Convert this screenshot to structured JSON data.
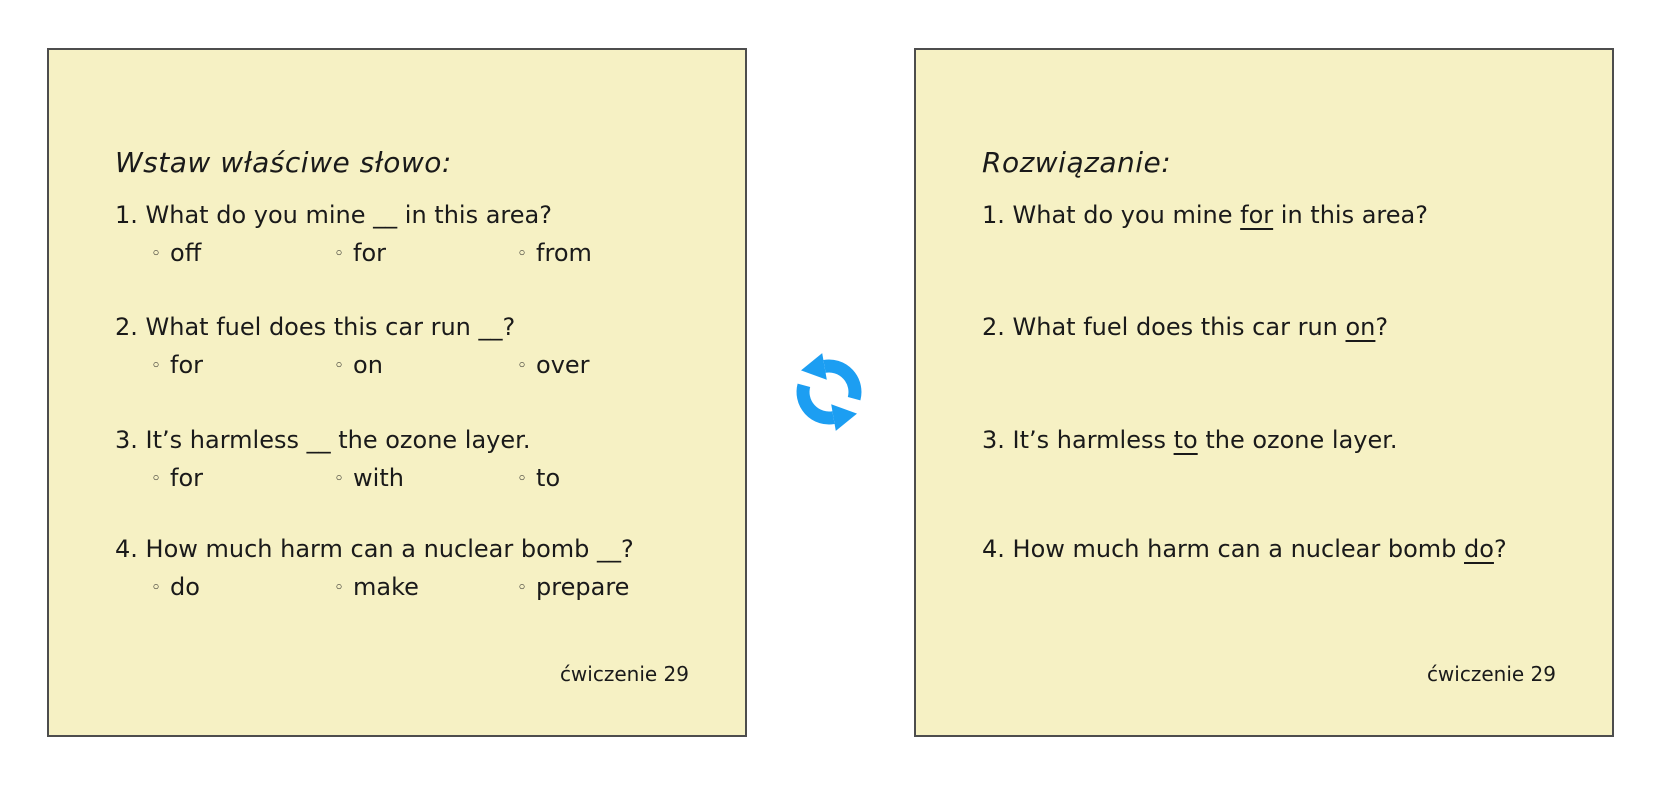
{
  "left_card": {
    "title": "Wstaw właściwe słowo:",
    "questions": [
      {
        "text": "1. What do you mine __ in this area?",
        "options": [
          "off",
          "for",
          "from"
        ]
      },
      {
        "text": "2. What fuel does this car run __?",
        "options": [
          "for",
          "on",
          "over"
        ]
      },
      {
        "text": "3. It’s harmless __ the ozone layer.",
        "options": [
          "for",
          "with",
          "to"
        ]
      },
      {
        "text": "4. How much harm can a nuclear bomb __?",
        "options": [
          "do",
          "make",
          "prepare"
        ]
      }
    ],
    "footer": "ćwiczenie 29"
  },
  "right_card": {
    "title": "Rozwiązanie:",
    "answers": [
      {
        "pre": "1. What do you mine ",
        "word": "for",
        "post": " in this area?"
      },
      {
        "pre": "2. What fuel does this car run ",
        "word": "on",
        "post": "?"
      },
      {
        "pre": "3. It’s harmless ",
        "word": "to",
        "post": " the ozone layer."
      },
      {
        "pre": "4. How much harm can a nuclear bomb ",
        "word": "do",
        "post": "?"
      }
    ],
    "footer": "ćwiczenie 29"
  },
  "icons": {
    "option_bullet": "◦",
    "cycle_arrows": "cycle-arrows-icon"
  },
  "colors": {
    "card_background": "#F6F1C4",
    "card_border": "#4d4d4d",
    "text": "#1a1a1a",
    "icon_blue": "#1C9EF2"
  }
}
